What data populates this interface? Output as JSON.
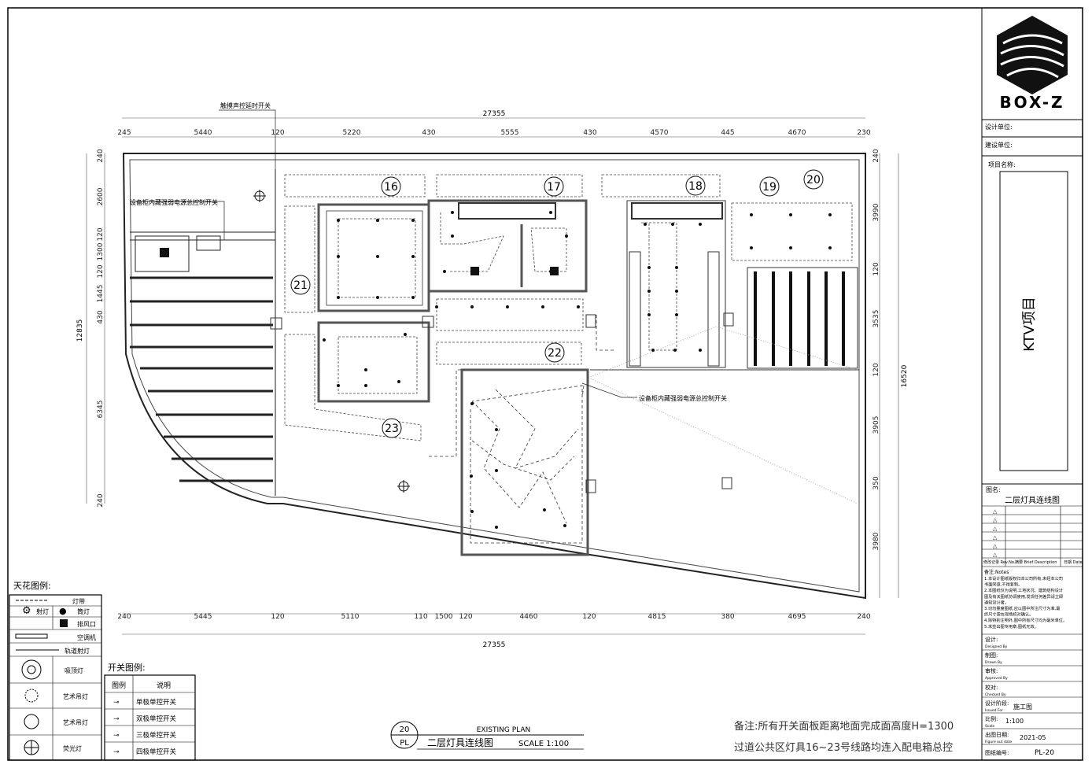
{
  "logo": {
    "brand": "BOX-Z"
  },
  "title_block": {
    "design_unit": "设计单位:",
    "build_unit": "建设单位:",
    "project_name_label": "项目名称:",
    "project_name": "KTV项目",
    "drawing_name_label": "图名:",
    "drawing_name": "二层灯具连线图",
    "revision_cols": [
      "修改记录\nRev.No.",
      "摘要\nBrief Description",
      "日期\nDate"
    ],
    "notes_heading": "备注:Notes",
    "notes": [
      "1.本设计图纸版权归本公司所有,未经本公司",
      "书面同意,不得复制。",
      "2.本图纸仅为说明,工地状况、建筑结构设计",
      "图及有关图纸协调使用,发现任何差异请立即",
      "通知设计者。",
      "3.切勿量度图纸,应以图中所注尺寸为准,最",
      "终尺寸需在现场校对确认。",
      "4.除特别注明外,图中所有尺寸均为毫米单位。",
      "5.未签出图专用章,图纸无效。"
    ],
    "designer_label": "设计:",
    "designer_en": "Designed By",
    "drawn_label": "制图:",
    "drawn_en": "Drawn By",
    "approved_label": "审核:",
    "approved_en": "Approved By",
    "checked_label": "校对:",
    "checked_en": "Checked By",
    "stage_label": "设计阶段:",
    "stage_en": "Issued For",
    "stage": "施工图",
    "scale_label": "比例:",
    "scale_en": "Scale",
    "scale": "1:100",
    "date_label": "出图日期:",
    "date_en": "Figure out date",
    "date": "2021-05",
    "drawing_no_label": "图纸编号:",
    "drawing_no": "PL-20"
  },
  "plan": {
    "top_overall": "27355",
    "top_dims": [
      "245",
      "5440",
      "120",
      "5220",
      "430",
      "5555",
      "430",
      "4570",
      "445",
      "4670",
      "230"
    ],
    "bottom_overall": "27355",
    "bottom_dims": [
      "240",
      "5445",
      "120",
      "5110",
      "110",
      "1500",
      "120",
      "4460",
      "120",
      "4815",
      "380",
      "4695",
      "240"
    ],
    "left_dims": [
      "240",
      "2600",
      "120",
      "1300",
      "120",
      "1445",
      "430",
      "6345",
      "240"
    ],
    "left_overall": "12835",
    "right_dims": [
      "240",
      "3990",
      "120",
      "3535",
      "120",
      "3905",
      "350",
      "3980"
    ],
    "right_overall": "16520",
    "room_numbers": [
      "16",
      "17",
      "18",
      "19",
      "20",
      "21",
      "22",
      "23"
    ],
    "annotations": {
      "top_switch": "触摸声控延时开关",
      "left_cabinet": "设备柜内藏强弱电源总控制开关",
      "right_cabinet": "设备柜内藏强弱电源总控制开关"
    }
  },
  "ceiling_legend": {
    "title": "天花图例:",
    "rows": [
      {
        "label": "灯带"
      },
      {
        "label": "射灯",
        "label2": "筒灯"
      },
      {
        "label": "排风口"
      },
      {
        "label": "空调机"
      },
      {
        "label": "轨道射灯"
      },
      {
        "label": "吸顶灯"
      },
      {
        "label": "艺术吊灯"
      },
      {
        "label": "艺术吊灯"
      },
      {
        "label": "荧光灯"
      }
    ]
  },
  "switch_legend": {
    "title": "开关图例:",
    "headers": [
      "图例",
      "说明"
    ],
    "rows": [
      "单极单控开关",
      "双极单控开关",
      "三极单控开关",
      "四极单控开关"
    ]
  },
  "title_label": {
    "number": "20",
    "code": "PL",
    "existing": "EXISTING PLAN",
    "name": "二层灯具连线图",
    "scale": "SCALE 1:100"
  },
  "remarks": {
    "line1": "备注:所有开关面板距离地面完成面高度H=1300",
    "line2": "过道公共区灯具16~23号线路均连入配电箱总控"
  }
}
